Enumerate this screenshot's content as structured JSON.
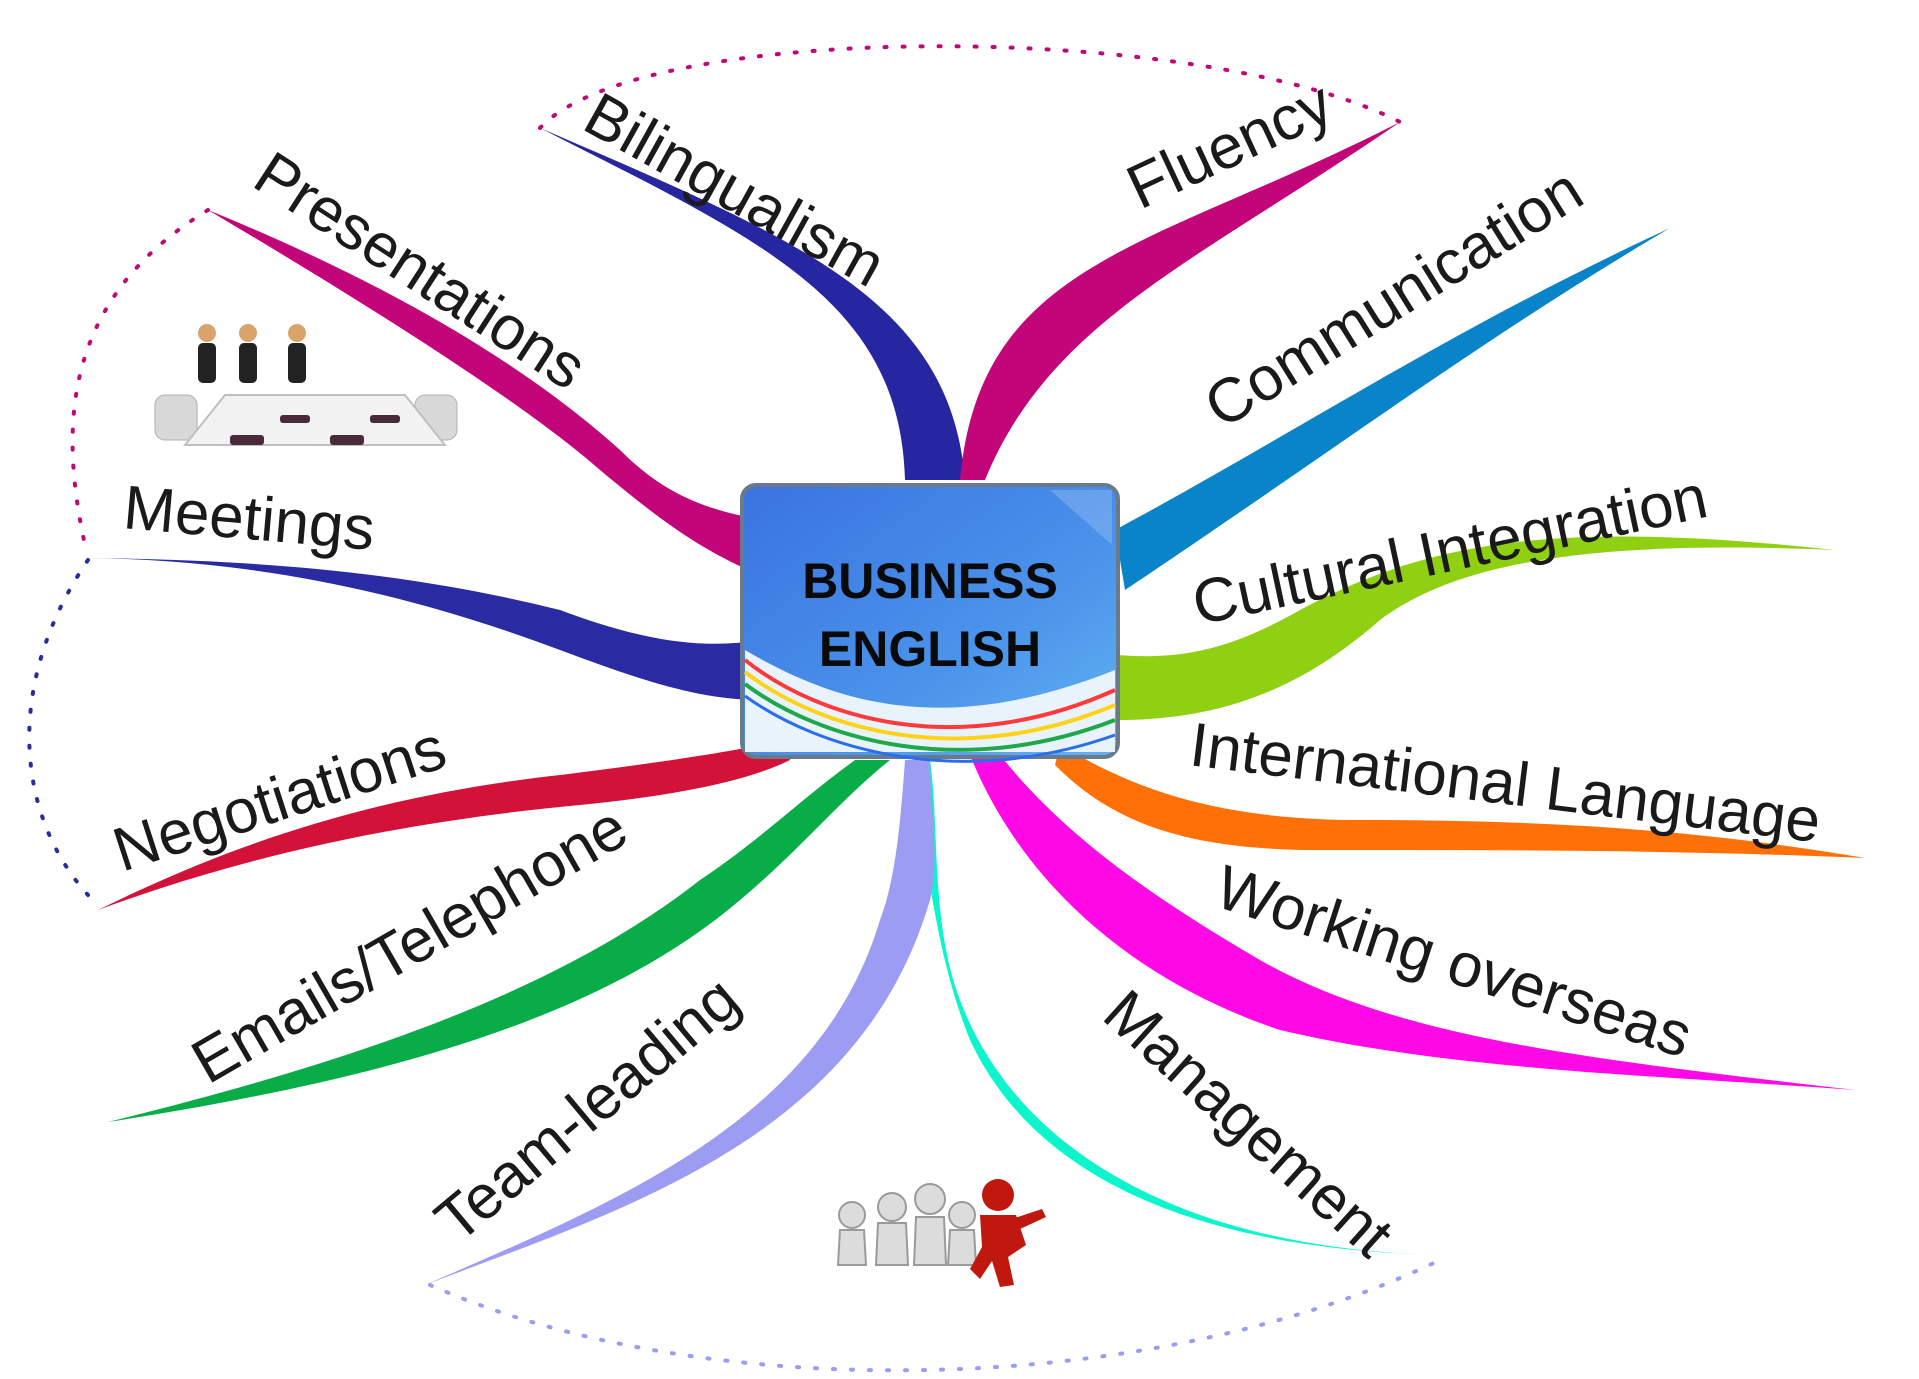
{
  "center": {
    "line1": "BUSINESS",
    "line2": "ENGLISH",
    "box_color": "#3f84e6"
  },
  "branches": [
    {
      "id": "bilingualism",
      "label": "Bilingualism",
      "color": "#2626a0"
    },
    {
      "id": "fluency",
      "label": "Fluency",
      "color": "#c2067a"
    },
    {
      "id": "communication",
      "label": "Communication",
      "color": "#0a84c8"
    },
    {
      "id": "cultural-integration",
      "label": "Cultural Integration",
      "color": "#8fd012"
    },
    {
      "id": "international-language",
      "label": "International Language",
      "color": "#ff7106"
    },
    {
      "id": "working-overseas",
      "label": "Working overseas",
      "color": "#ff0ae6"
    },
    {
      "id": "management",
      "label": "Management",
      "color": "#0cf5cc"
    },
    {
      "id": "team-leading",
      "label": "Team-leading",
      "color": "#9b9cf2"
    },
    {
      "id": "emails-telephone",
      "label": "Emails/Telephone",
      "color": "#08ad48"
    },
    {
      "id": "negotiations",
      "label": "Negotiations",
      "color": "#d3123a"
    },
    {
      "id": "meetings",
      "label": "Meetings",
      "color": "#2a2aa2"
    },
    {
      "id": "presentations",
      "label": "Presentations",
      "color": "#c2067a"
    }
  ],
  "groups": [
    {
      "id": "top-group",
      "color": "#c2067a"
    },
    {
      "id": "left-upper-group",
      "color": "#c2067a"
    },
    {
      "id": "left-lower-group",
      "color": "#2a2aa2"
    },
    {
      "id": "bottom-group",
      "color": "#9b9cf2"
    }
  ],
  "illustrations": [
    {
      "id": "meeting-figures",
      "icon": "meeting-table-figures-icon"
    },
    {
      "id": "leader-runner",
      "icon": "leader-running-ahead-icon"
    }
  ]
}
